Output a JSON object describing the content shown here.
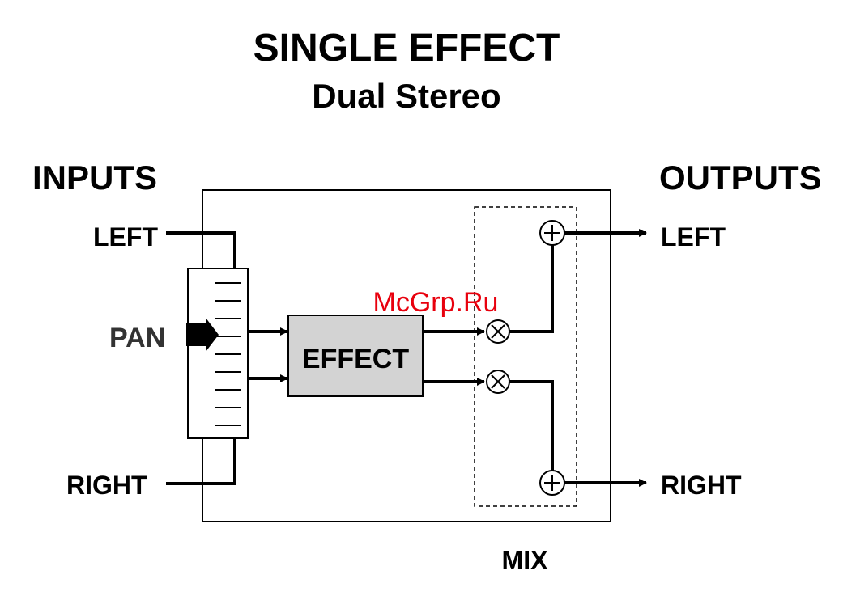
{
  "title": "SINGLE EFFECT",
  "subtitle": "Dual Stereo",
  "inputs": {
    "heading": "INPUTS",
    "left": "LEFT",
    "right": "RIGHT",
    "pan": "PAN"
  },
  "outputs": {
    "heading": "OUTPUTS",
    "left": "LEFT",
    "right": "RIGHT"
  },
  "effect_label": "EFFECT",
  "mix_label": "MIX",
  "watermark": "McGrp.Ru",
  "colors": {
    "line": "#000000",
    "effect_fill": "#d3d3d3",
    "watermark": "#e8000d"
  }
}
